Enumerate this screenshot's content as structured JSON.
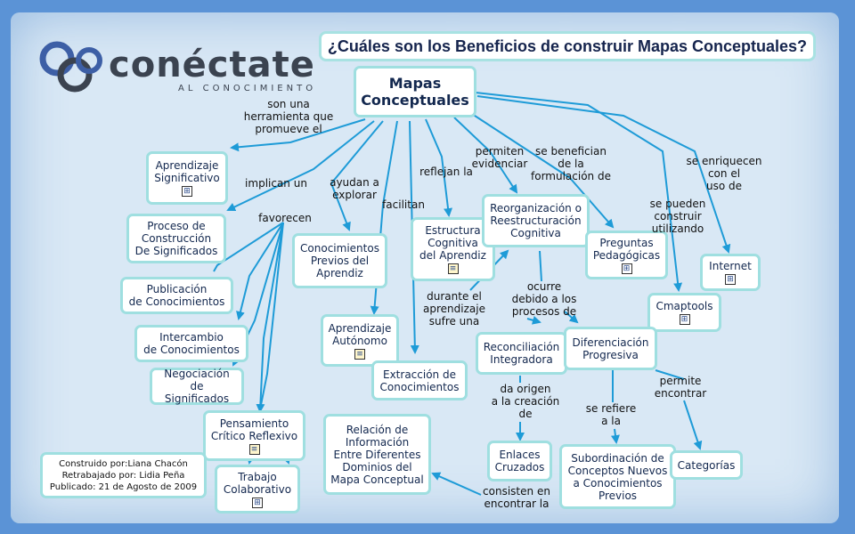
{
  "logo": {
    "word": "conéctate",
    "tagline": "AL CONOCIMIENTO"
  },
  "question": "¿Cuáles son los Beneficios de construir Mapas Conceptuales?",
  "main_concept": "Mapas\nConceptuales",
  "nodes": {
    "aprendizaje_significativo": "Aprendizaje\nSignificativo",
    "proceso_construccion": "Proceso de\nConstrucción\nDe Significados",
    "publicacion": "Publicación\nde Conocimientos",
    "intercambio": "Intercambio\nde Conocimientos",
    "negociacion": "Negociación de\nSignificados",
    "pensamiento_critico": "Pensamiento\nCrítico Reflexivo",
    "trabajo_colaborativo": "Trabajo\nColaborativo",
    "conocimientos_previos": "Conocimientos\nPrevios del\nAprendiz",
    "aprendizaje_autonomo": "Aprendizaje\nAutónomo",
    "extraccion": "Extracción de\nConocimientos",
    "estructura_cognitiva": "Estructura\nCognitiva\ndel Aprendiz",
    "reorganizacion": "Reorganización o\nReestructuración\nCognitiva",
    "preguntas_pedagogicas": "Preguntas\nPedagógicas",
    "internet": "Internet",
    "cmaptools": "Cmaptools",
    "reconciliacion": "Reconciliación\nIntegradora",
    "diferenciacion": "Diferenciación\nProgresiva",
    "relacion": "Relación de\nInformación\nEntre Diferentes\nDominios del\nMapa Conceptual",
    "enlaces_cruzados": "Enlaces\nCruzados",
    "subordinacion": "Subordinación de\nConceptos Nuevos\na Conocimientos\nPrevios",
    "categorias": "Categorías"
  },
  "links": {
    "son_una": "son una\nherramienta que\npromueve el",
    "implican_un": "implican un",
    "favorecen": "favorecen",
    "ayudan": "ayudan a\nexplorar",
    "facilitan": "facilitan",
    "reflejan": "reflejan la",
    "permiten": "permiten\nevidenciar",
    "se_benefician": "se benefician\nde la\nformulación de",
    "se_enriquecen": "se enriquecen\ncon el\nuso de",
    "se_pueden": "se pueden\nconstruir\nutilizando",
    "durante": "durante el\naprendizaje\nsufre una",
    "ocurre": "ocurre\ndebido a los\nprocesos de",
    "da_origen": "da origen\na la creación\nde",
    "se_refiere": "se refiere\na la",
    "permite_encontrar": "permite\nencontrar",
    "consisten": "consisten en\nencontrar la"
  },
  "credits": "Construido por:Liana Chacón\nRetrabajado por: Lidia Peña\nPublicado: 21 de Agosto de 2009",
  "colors": {
    "background": "#5b93d6",
    "panel": "#d9e8f5",
    "arrow": "#1e9bd7",
    "node_border": "#9fdfe0",
    "text": "#13284f"
  }
}
